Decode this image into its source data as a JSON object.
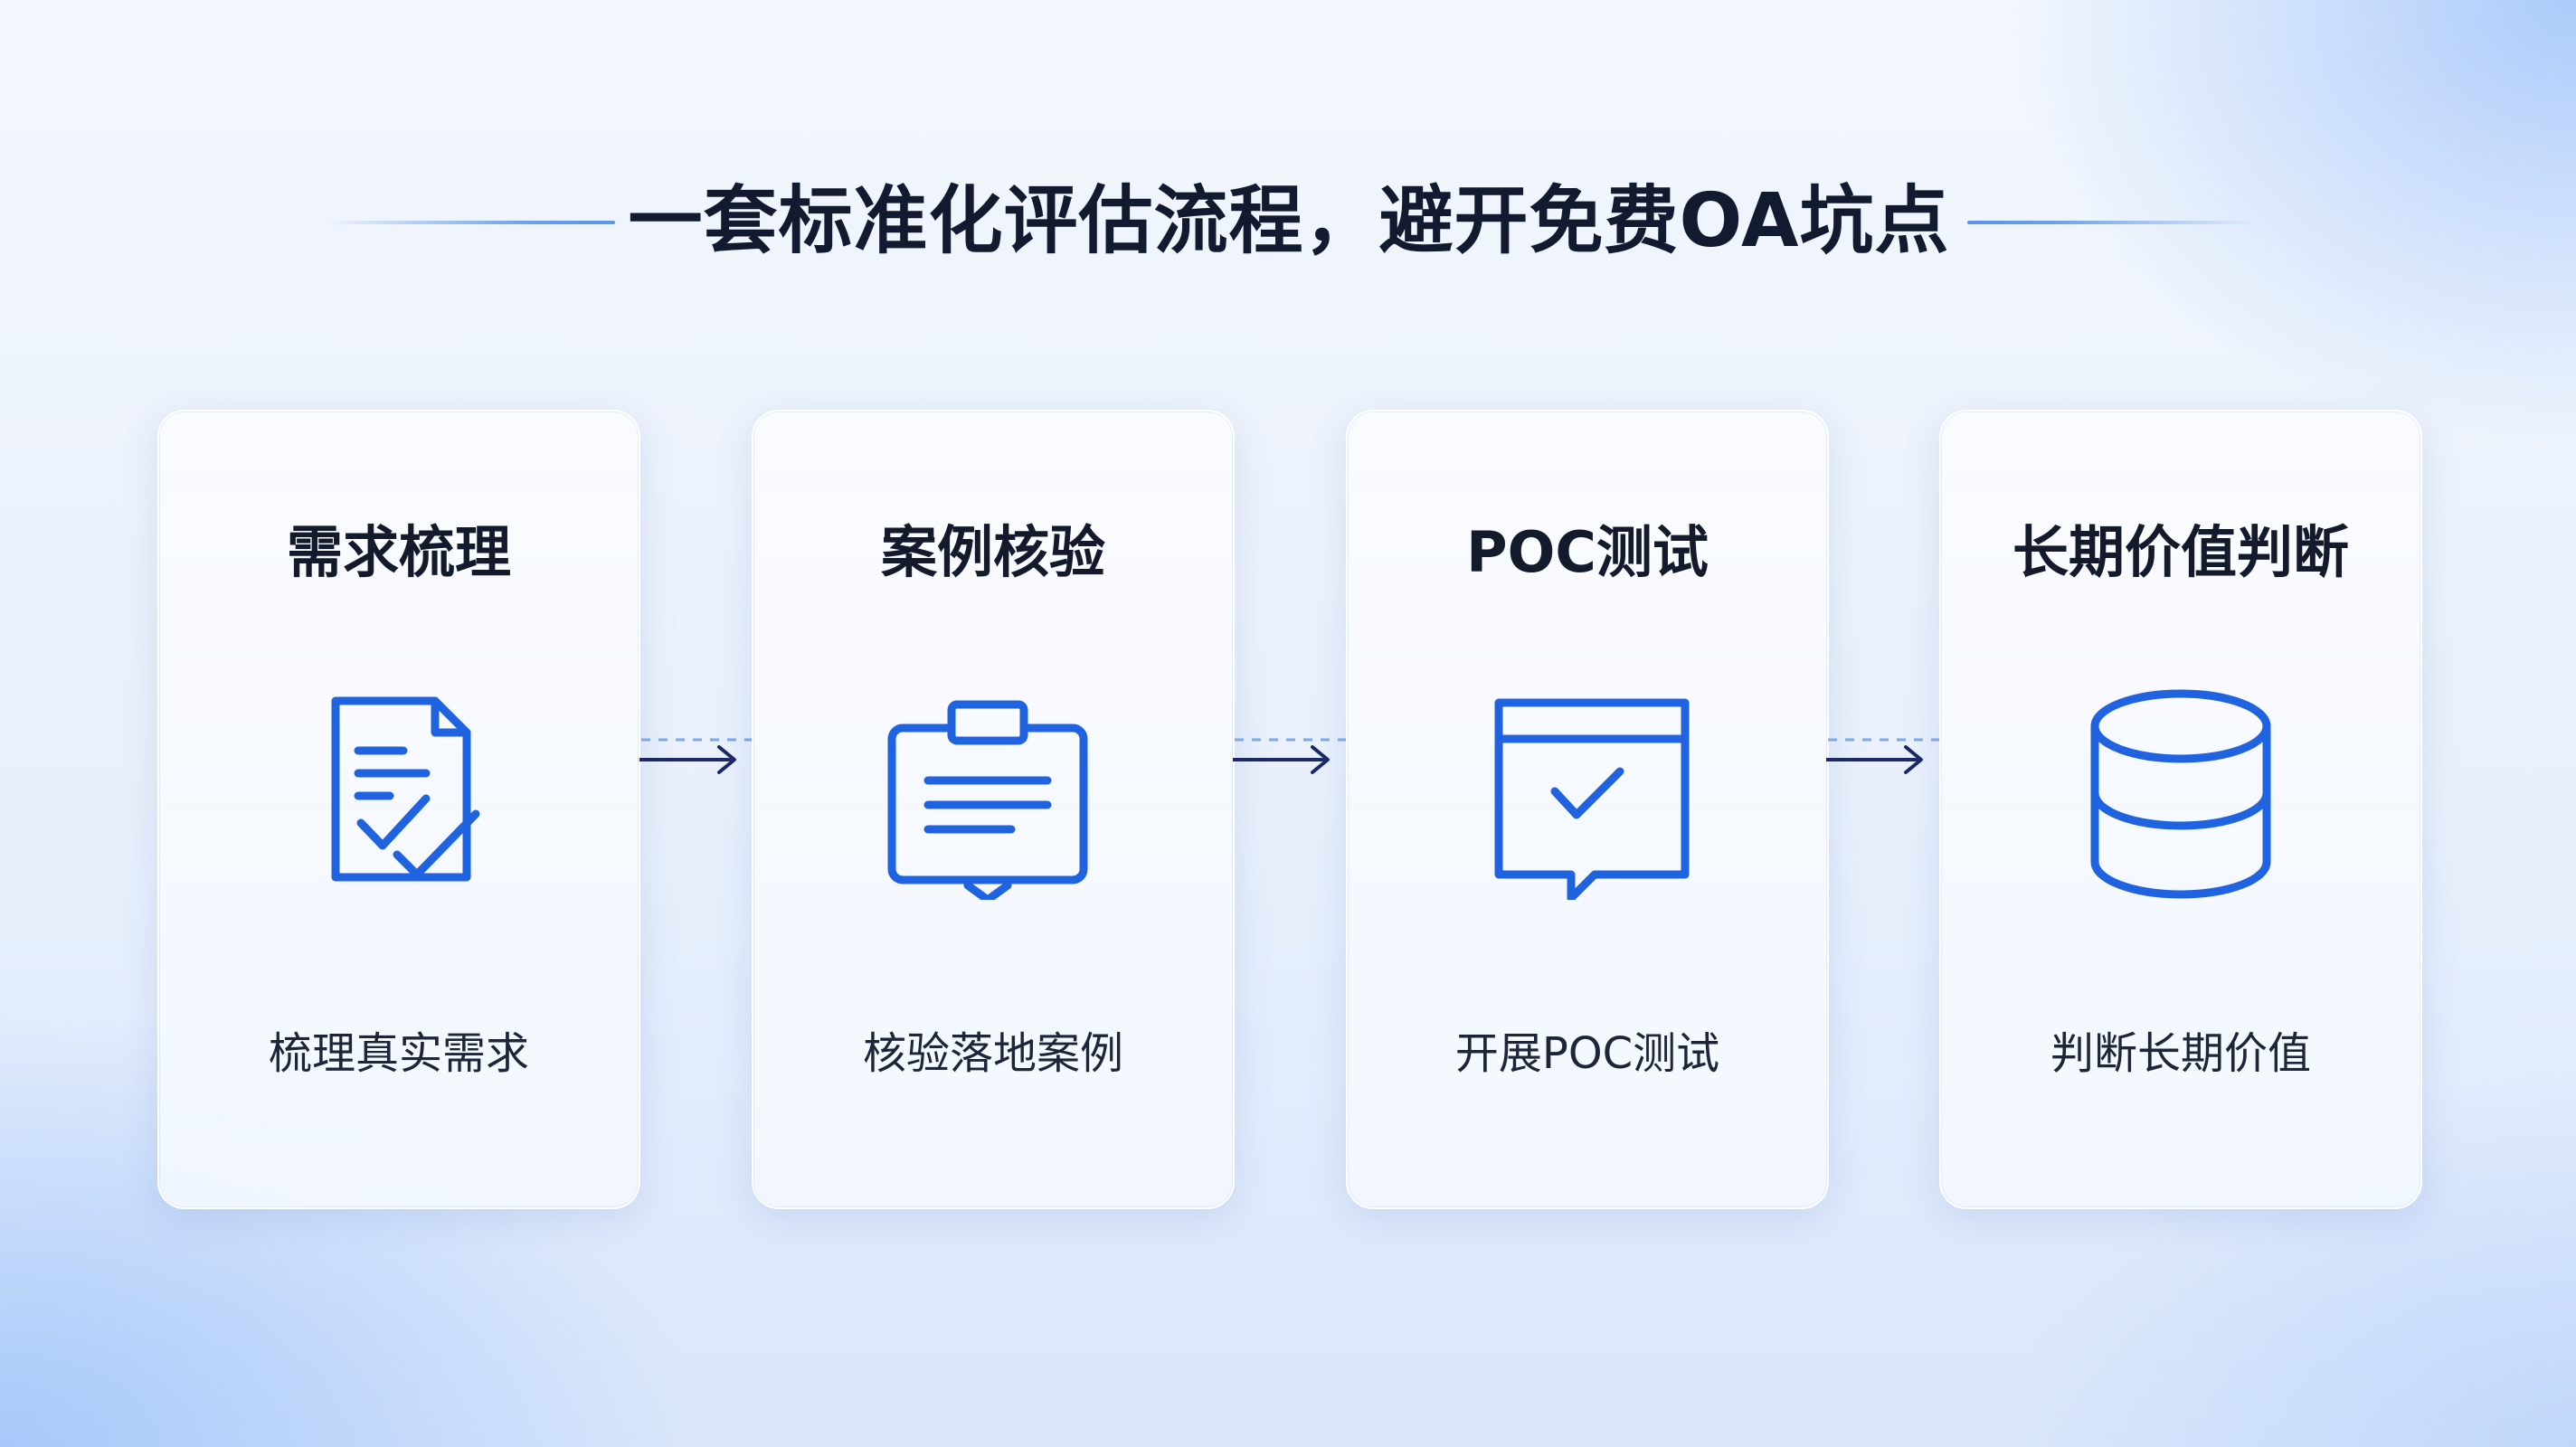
{
  "header": {
    "title": "一套标准化评估流程，避开免费OA坑点"
  },
  "steps": [
    {
      "title": "需求梳理",
      "description": "梳理真实需求",
      "icon": "document-check-icon"
    },
    {
      "title": "案例核验",
      "description": "核验落地案例",
      "icon": "clipboard-list-icon"
    },
    {
      "title": "POC测试",
      "description": "开展POC测试",
      "icon": "window-check-chat-icon"
    },
    {
      "title": "长期价值判断",
      "description": "判断长期价值",
      "icon": "database-icon"
    }
  ],
  "colors": {
    "accent": "#1f63e0",
    "title_text": "#111a2e",
    "arrow": "#1b2a66",
    "dashed_line": "#7fa8e8"
  }
}
